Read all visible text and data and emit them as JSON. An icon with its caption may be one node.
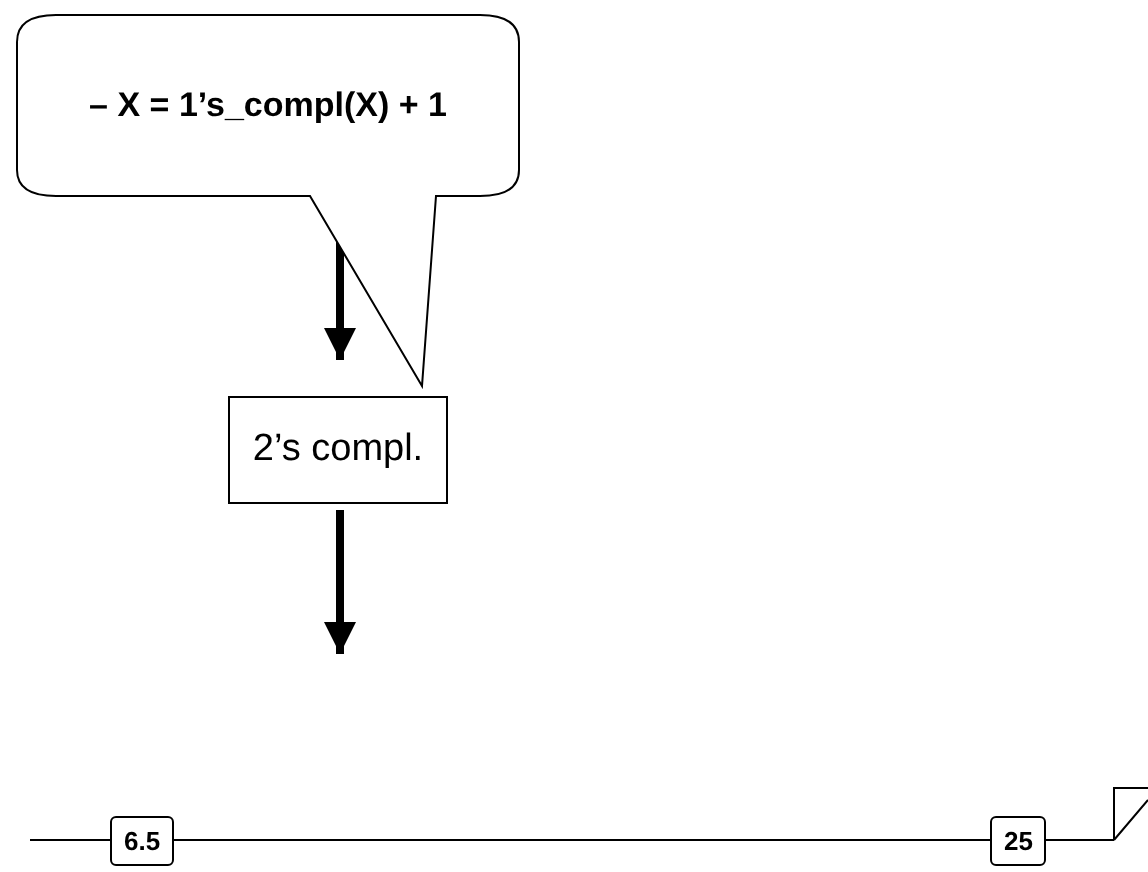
{
  "diagram": {
    "nodes": [
      {
        "text": [
          "– X = 1’s_compl(X) + 1"
        ]
      },
      {
        "text": [
          "2’s compl."
        ]
      }
    ],
    "edges": [
      {
        "from": 0,
        "to": 1,
        "arrow": "to"
      },
      {
        "from": 1,
        "to": null,
        "arrow": "to"
      }
    ],
    "labels": [
      "6.5",
      "25"
    ]
  }
}
